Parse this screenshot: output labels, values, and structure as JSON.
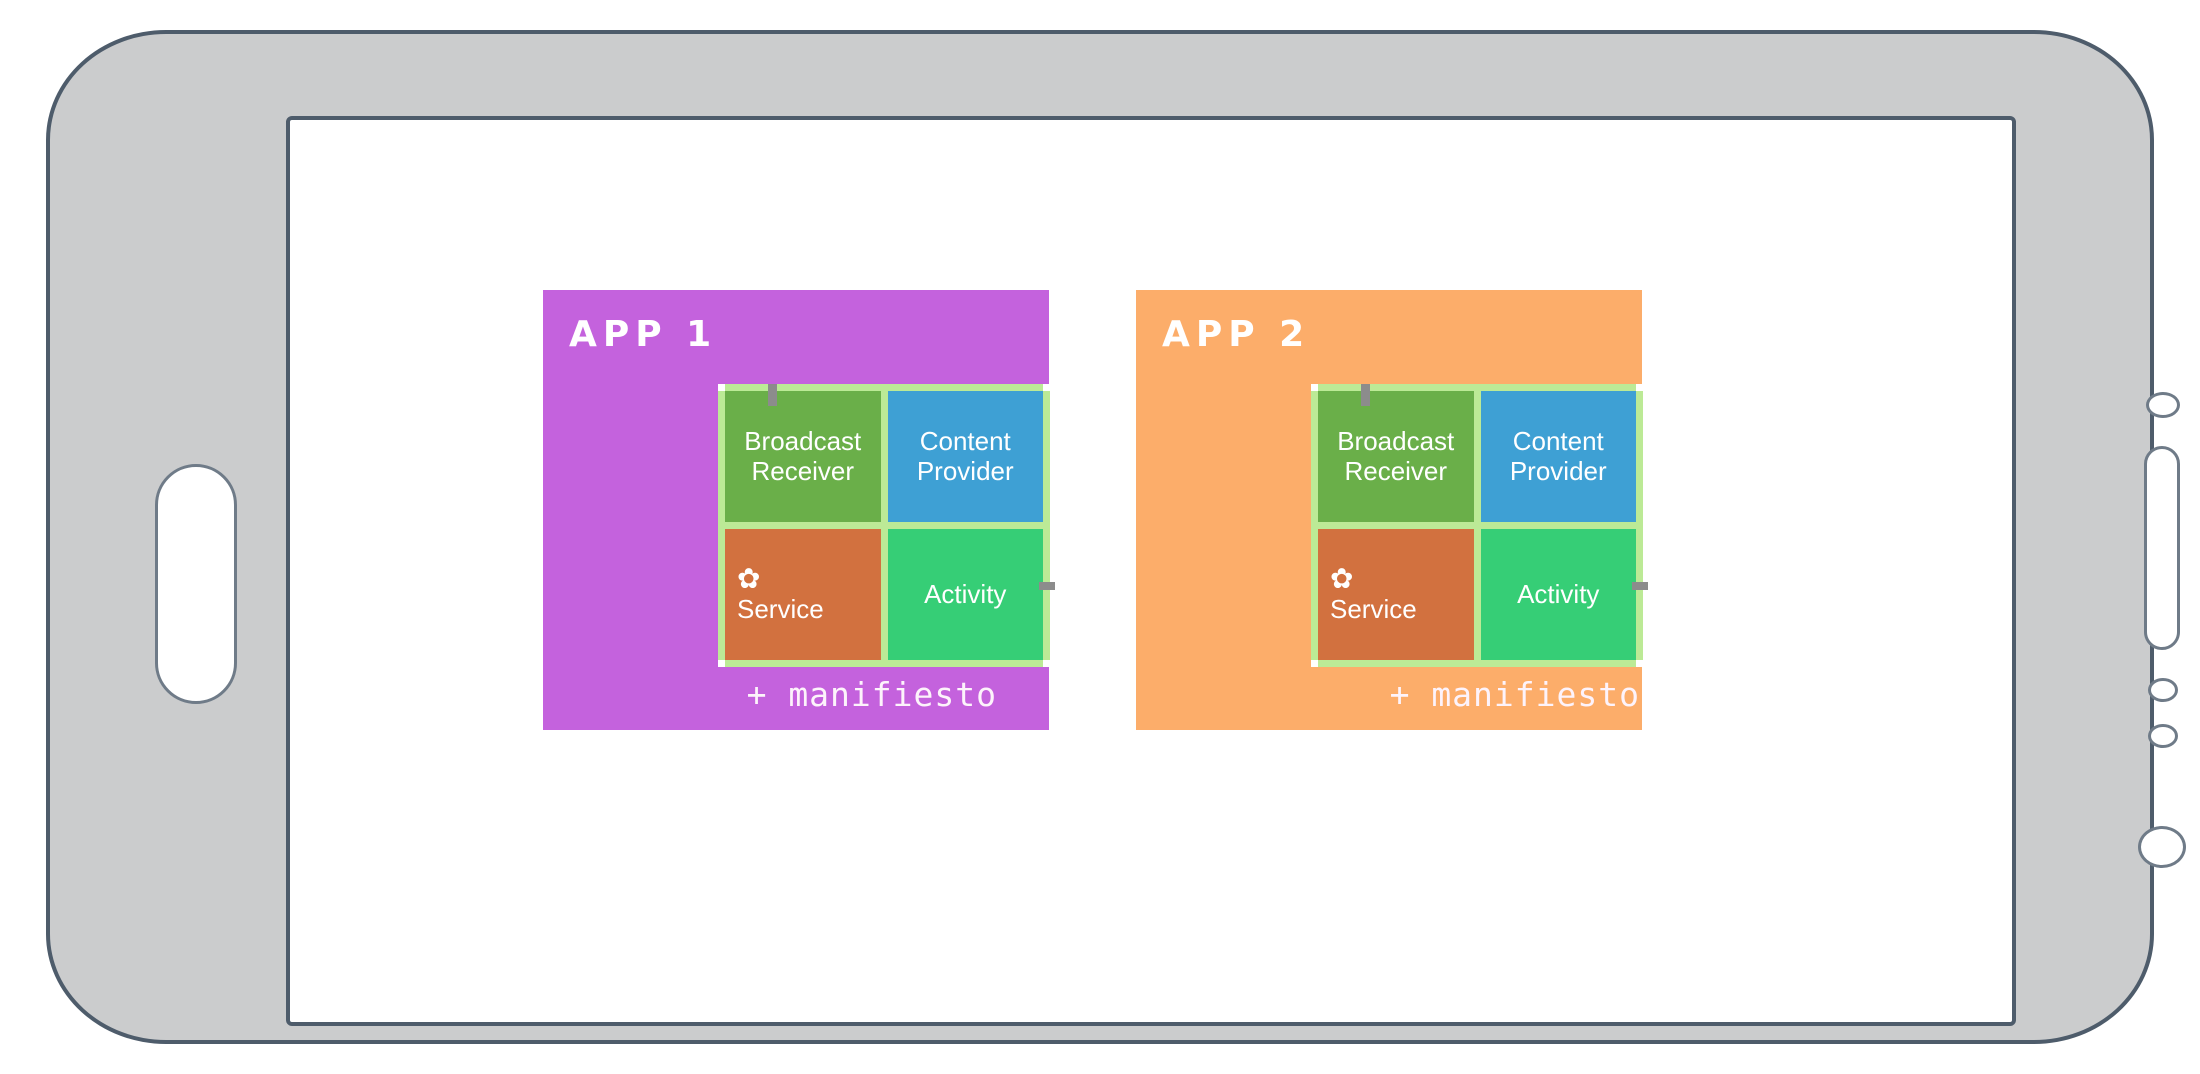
{
  "device": {
    "name": "smartphone-frame",
    "body_color": "#cbcccd",
    "border_color": "#4e5c6b",
    "screen_color": "#ffffff",
    "hardware": {
      "left_button": "power-button",
      "speaker": "speaker-grille",
      "camera": "camera-lens",
      "sensor_1": "proximity-sensor",
      "sensor_2": "light-sensor",
      "home_button": "home-button"
    }
  },
  "apps": [
    {
      "title": "APP 1",
      "panel_color": "#c462dd",
      "manifest_label": "+ manifiesto",
      "components": [
        {
          "name": "broadcast-receiver",
          "line1": "Broadcast",
          "line2": "Receiver",
          "color": "#6aaf49",
          "icon": ""
        },
        {
          "name": "content-provider",
          "line1": "Content",
          "line2": "Provider",
          "color": "#3ea0d4",
          "icon": ""
        },
        {
          "name": "service",
          "line1": "Service",
          "line2": "",
          "color": "#d2713f",
          "icon": "gear-icon"
        },
        {
          "name": "activity",
          "line1": "Activity",
          "line2": "",
          "color": "#36ce76",
          "icon": ""
        }
      ]
    },
    {
      "title": "APP 2",
      "panel_color": "#fcad6a",
      "manifest_label": "+ manifiesto",
      "components": [
        {
          "name": "broadcast-receiver",
          "line1": "Broadcast",
          "line2": "Receiver",
          "color": "#6aaf49",
          "icon": ""
        },
        {
          "name": "content-provider",
          "line1": "Content",
          "line2": "Provider",
          "color": "#3ea0d4",
          "icon": ""
        },
        {
          "name": "service",
          "line1": "Service",
          "line2": "",
          "color": "#d2713f",
          "icon": "gear-icon"
        },
        {
          "name": "activity",
          "line1": "Activity",
          "line2": "",
          "color": "#36ce76",
          "icon": ""
        }
      ]
    }
  ],
  "glyphs": {
    "gear": "✿"
  },
  "colors": {
    "component_group_bg": "#bcea96",
    "handle": "#8c8c8c"
  }
}
